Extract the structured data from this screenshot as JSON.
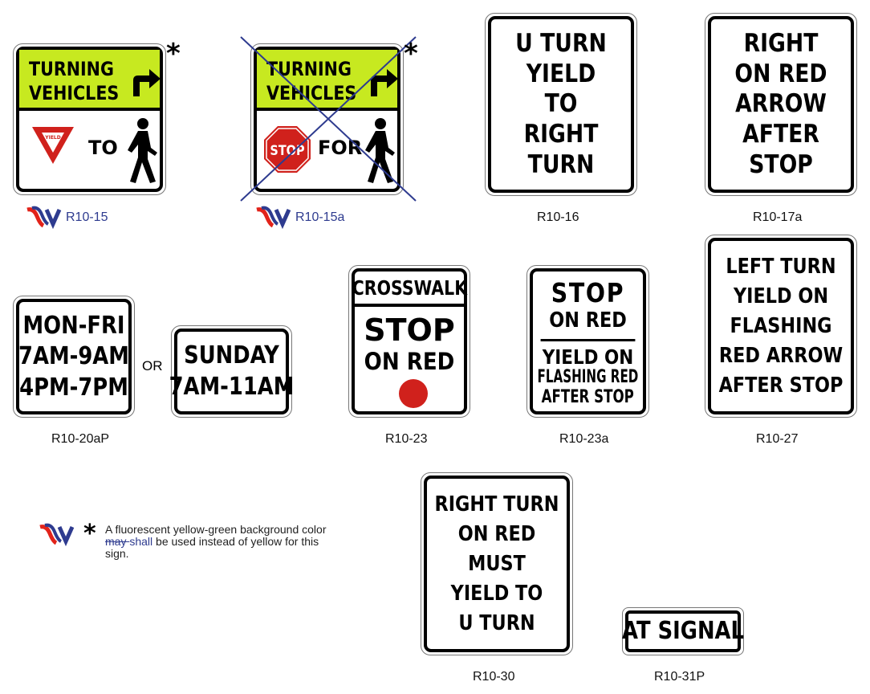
{
  "signs": {
    "r10_15": {
      "line1": "TURNING",
      "line2": "VEHICLES",
      "yield_label": "YIELD",
      "connector": "TO",
      "code": "R10-15"
    },
    "r10_15a": {
      "line1": "TURNING",
      "line2": "VEHICLES",
      "stop_label": "STOP",
      "connector": "FOR",
      "code": "R10-15a"
    },
    "r10_16": {
      "lines": [
        "U TURN",
        "YIELD",
        "TO",
        "RIGHT",
        "TURN"
      ],
      "code": "R10-16"
    },
    "r10_17a": {
      "lines": [
        "RIGHT",
        "ON RED",
        "ARROW",
        "AFTER",
        "STOP"
      ],
      "code": "R10-17a"
    },
    "r10_20ap": {
      "left_lines": [
        "MON-FRI",
        "7AM-9AM",
        "4PM-7PM"
      ],
      "or_text": "OR",
      "right_lines": [
        "SUNDAY",
        "7AM-11AM"
      ],
      "code": "R10-20aP"
    },
    "r10_23": {
      "header": "CROSSWALK",
      "lines": [
        "STOP",
        "ON RED"
      ],
      "code": "R10-23"
    },
    "r10_23a": {
      "top_lines": [
        "STOP",
        "ON RED"
      ],
      "bottom_lines": [
        "YIELD ON",
        "FLASHING RED",
        "AFTER STOP"
      ],
      "code": "R10-23a"
    },
    "r10_27": {
      "lines": [
        "LEFT TURN",
        "YIELD ON",
        "FLASHING",
        "RED ARROW",
        "AFTER STOP"
      ],
      "code": "R10-27"
    },
    "r10_30": {
      "lines": [
        "RIGHT TURN",
        "ON RED",
        "MUST",
        "YIELD TO",
        "U TURN"
      ],
      "code": "R10-30"
    },
    "r10_31p": {
      "text": "AT SIGNAL",
      "code": "R10-31P"
    }
  },
  "asterisk": "*",
  "footnote": {
    "symbol": "*",
    "part1": "A fluorescent yellow-green background color ",
    "deleted": "may ",
    "inserted": "shall",
    "part2": " be used instead of yellow for this sign."
  },
  "colors": {
    "fluorescent_yellow_green": "#c7e920",
    "red": "#d0211c",
    "revision_blue": "#2e3b8f",
    "revision_red": "#e2231a"
  },
  "icons": [
    "revision-mark-icon",
    "pedestrian-icon",
    "right-turn-arrow-icon",
    "yield-symbol-icon",
    "stop-symbol-icon",
    "red-ball-icon"
  ]
}
